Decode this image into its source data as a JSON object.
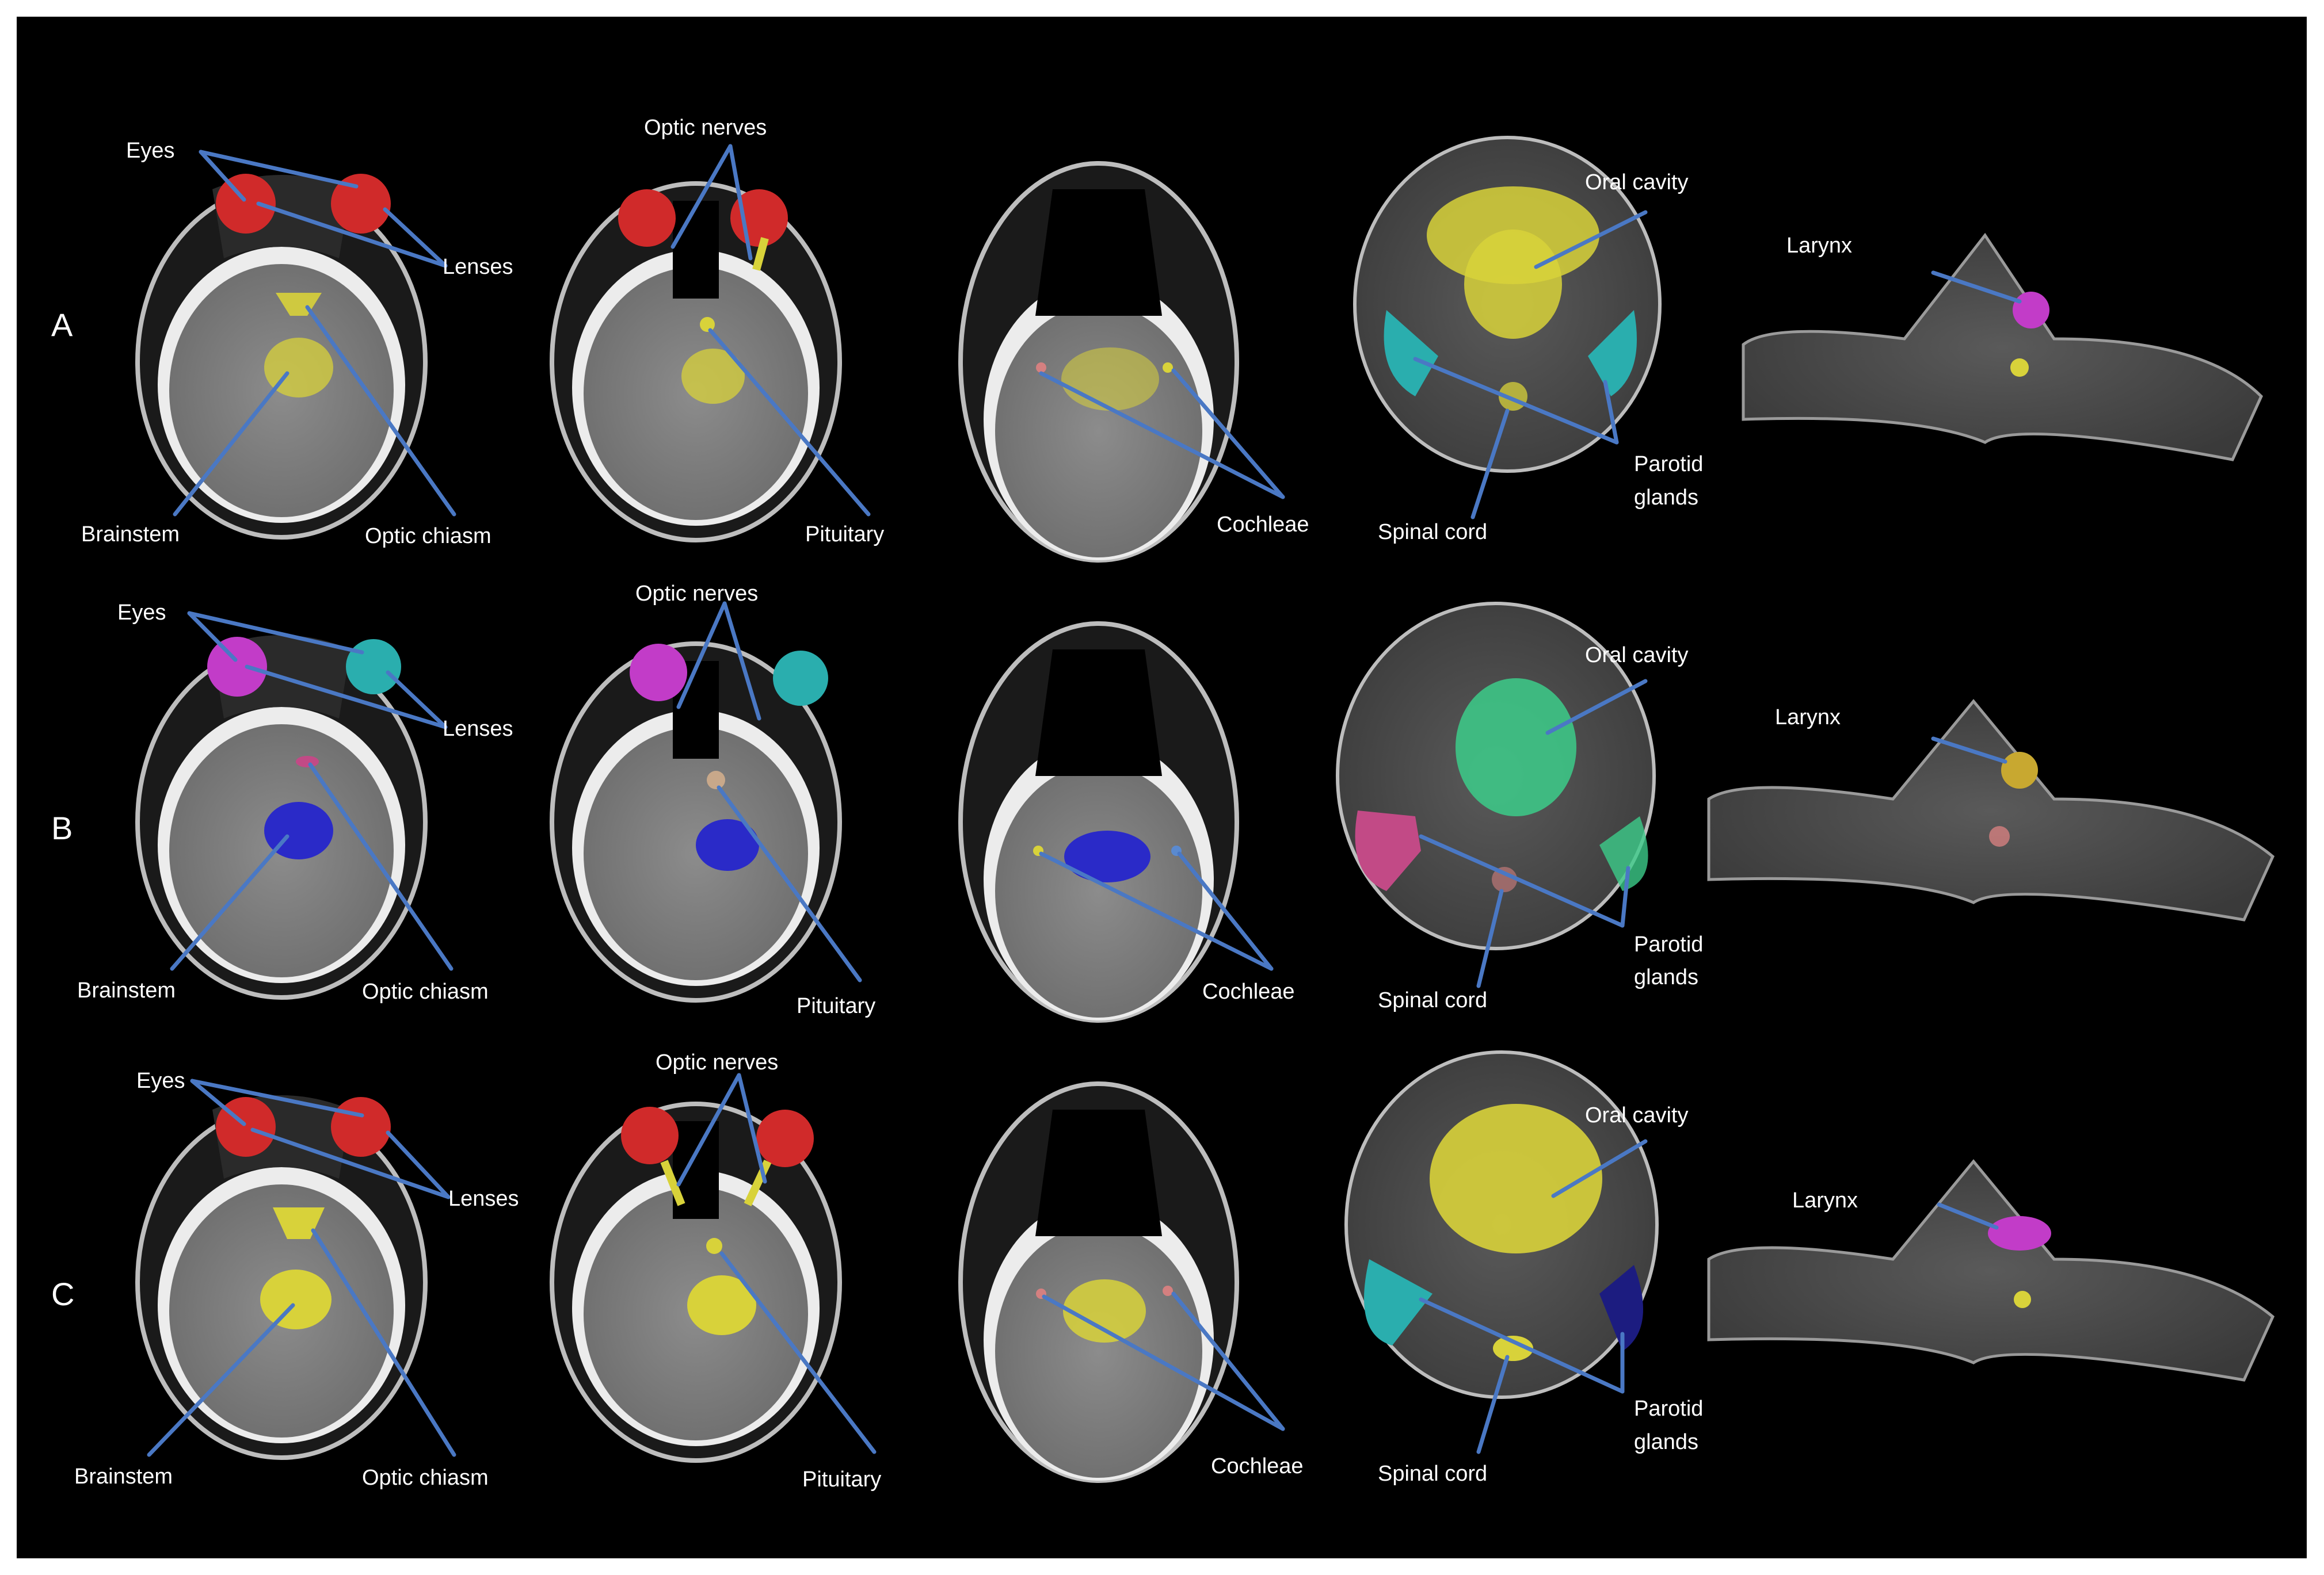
{
  "rows": [
    "A",
    "B",
    "C"
  ],
  "labels": {
    "eyes": "Eyes",
    "lenses": "Lenses",
    "optic_nerves": "Optic nerves",
    "brainstem": "Brainstem",
    "optic_chiasm": "Optic chiasm",
    "pituitary": "Pituitary",
    "cochleae": "Cochleae",
    "oral_cavity": "Oral cavity",
    "parotid_line1": "Parotid",
    "parotid_line2": "glands",
    "spinal_cord": "Spinal cord",
    "larynx": "Larynx"
  },
  "colors": {
    "background": "#000000",
    "arrow": "#4a78c4",
    "red": "#d02a2a",
    "yellow": "#d8d23a",
    "magenta": "#c23cc8",
    "teal": "#2aaeae",
    "blue": "#2a2ac8",
    "green": "#3ccc8a",
    "pink": "#c24a86",
    "navy": "#1c1c80",
    "tan": "#c8a830",
    "salmon": "#d48080"
  }
}
